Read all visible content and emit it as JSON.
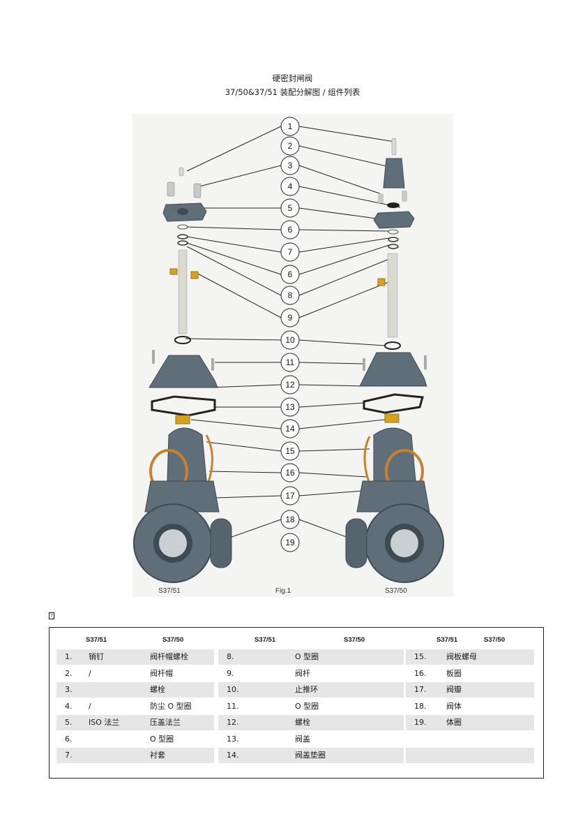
{
  "header": {
    "title": "硬密封闸阀",
    "subtitle": "37/50&37/51 装配分解图 / 组件列表"
  },
  "figure": {
    "callouts": [
      "1",
      "2",
      "3",
      "4",
      "5",
      "6",
      "7",
      "6",
      "8",
      "9",
      "10",
      "11",
      "12",
      "13",
      "14",
      "15",
      "16",
      "17",
      "18",
      "19"
    ],
    "caption_left": "S37/51",
    "caption_mid": "Fig.1",
    "caption_right": "S37/50",
    "colors": {
      "body": "#5f6e78",
      "body_dark": "#3f4b53",
      "brass": "#d6a21e",
      "orange_ring": "#c8822a",
      "stem": "#d9d9cf",
      "line": "#222222"
    }
  },
  "marker": "?",
  "table": {
    "col1": {
      "head_a": "S37/51",
      "head_b": "S37/50",
      "rows": [
        {
          "num": "1.",
          "a": "销钉",
          "b": "阀杆帽螺栓"
        },
        {
          "num": "2.",
          "a": "/",
          "b": "阀杆帽"
        },
        {
          "num": "3.",
          "a": "",
          "b": "螺栓"
        },
        {
          "num": "4.",
          "a": "/",
          "b": "防尘 O 型圈"
        },
        {
          "num": "5.",
          "a": "ISO 法兰",
          "b": "压盖法兰"
        },
        {
          "num": "6.",
          "a": "",
          "b": "O 型圈"
        },
        {
          "num": "7.",
          "a": "",
          "b": "衬套"
        }
      ]
    },
    "col2": {
      "head_a": "S37/51",
      "head_b": "S37/50",
      "rows": [
        {
          "num": "8.",
          "b": "O 型圈"
        },
        {
          "num": "9.",
          "b": "阀杆"
        },
        {
          "num": "10.",
          "b": "止推环"
        },
        {
          "num": "11.",
          "b": "O 型圈"
        },
        {
          "num": "12.",
          "b": "螺栓"
        },
        {
          "num": "13.",
          "b": "阀盖"
        },
        {
          "num": "14.",
          "b": "阀盖垫圈"
        }
      ]
    },
    "col3": {
      "head_a": "S37/51",
      "head_b": "S37/50",
      "rows": [
        {
          "num": "15.",
          "b": "阀板螺母"
        },
        {
          "num": "16.",
          "b": "板圈"
        },
        {
          "num": "17.",
          "b": "阀瓣"
        },
        {
          "num": "18.",
          "b": "阀体"
        },
        {
          "num": "19.",
          "b": "体圈"
        },
        {
          "num": "",
          "b": ""
        },
        {
          "num": "",
          "b": ""
        }
      ]
    }
  }
}
